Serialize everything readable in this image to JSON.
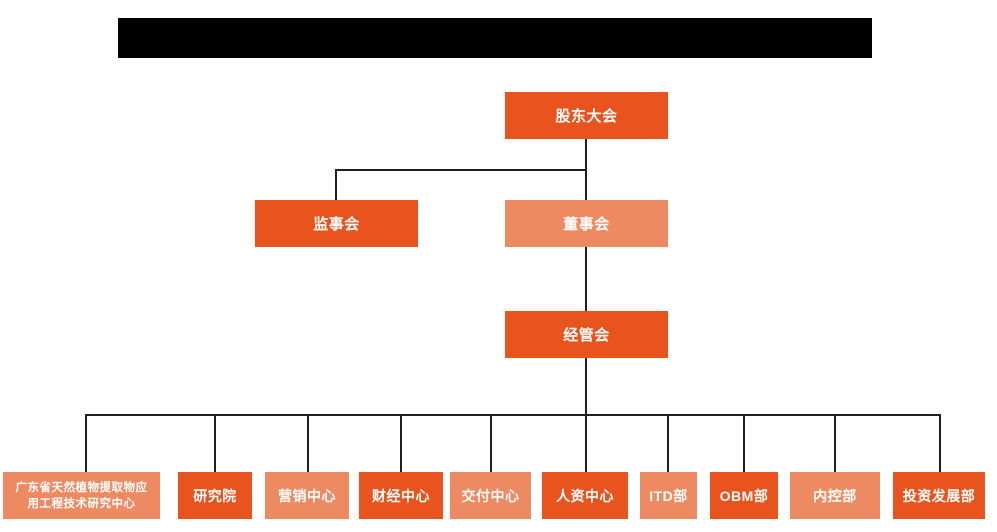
{
  "header": {
    "banner_redacted": true,
    "banner_text": ""
  },
  "colors": {
    "accent_dark": "#E9531E",
    "accent_light": "#EE8A62",
    "line": "#231f20",
    "background": "#ffffff",
    "banner": "#000000",
    "node_text": "#ffffff"
  },
  "chart_data": {
    "type": "org-chart",
    "title": "",
    "orientation": "top-down",
    "levels": [
      {
        "level": 1,
        "nodes": [
          {
            "id": "shareholders",
            "label": "股东大会",
            "shade": "dark"
          }
        ]
      },
      {
        "level": 2,
        "nodes": [
          {
            "id": "supervisors",
            "label": "监事会",
            "shade": "dark"
          },
          {
            "id": "directors",
            "label": "董事会",
            "shade": "light"
          }
        ]
      },
      {
        "level": 3,
        "nodes": [
          {
            "id": "management",
            "label": "经管会",
            "shade": "dark"
          }
        ]
      },
      {
        "level": 4,
        "nodes": [
          {
            "id": "research-center",
            "label": "广东省天然植物提取物应用工程技术研究中心",
            "label_line1": "广东省天然植物提取物应",
            "label_line2": "用工程技术研究中心",
            "shade": "light"
          },
          {
            "id": "institute",
            "label": "研究院",
            "shade": "dark"
          },
          {
            "id": "marketing-center",
            "label": "营销中心",
            "shade": "light"
          },
          {
            "id": "finance-center",
            "label": "财经中心",
            "shade": "dark"
          },
          {
            "id": "delivery-center",
            "label": "交付中心",
            "shade": "light"
          },
          {
            "id": "hr-center",
            "label": "人资中心",
            "shade": "dark"
          },
          {
            "id": "itd-dept",
            "label": "ITD部",
            "shade": "light"
          },
          {
            "id": "obm-dept",
            "label": "OBM部",
            "shade": "dark"
          },
          {
            "id": "internal-control-dept",
            "label": "内控部",
            "shade": "light"
          },
          {
            "id": "investment-development-dept",
            "label": "投资发展部",
            "shade": "dark"
          }
        ]
      }
    ],
    "edges": [
      {
        "from": "shareholders",
        "to": "supervisors"
      },
      {
        "from": "shareholders",
        "to": "directors"
      },
      {
        "from": "directors",
        "to": "management"
      },
      {
        "from": "management",
        "to": "research-center"
      },
      {
        "from": "management",
        "to": "institute"
      },
      {
        "from": "management",
        "to": "marketing-center"
      },
      {
        "from": "management",
        "to": "finance-center"
      },
      {
        "from": "management",
        "to": "delivery-center"
      },
      {
        "from": "management",
        "to": "hr-center"
      },
      {
        "from": "management",
        "to": "itd-dept"
      },
      {
        "from": "management",
        "to": "obm-dept"
      },
      {
        "from": "management",
        "to": "internal-control-dept"
      },
      {
        "from": "management",
        "to": "investment-development-dept"
      }
    ]
  }
}
